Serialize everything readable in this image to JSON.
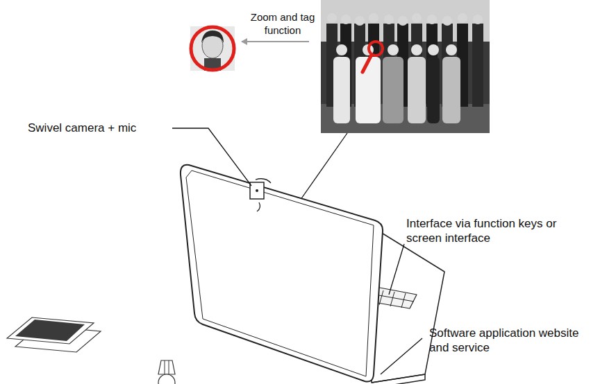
{
  "diagram": {
    "labels": [
      "Zoom and tag function",
      "Swivel camera + mic",
      "Interface via function keys or screen interface",
      "Software application website and service"
    ]
  }
}
